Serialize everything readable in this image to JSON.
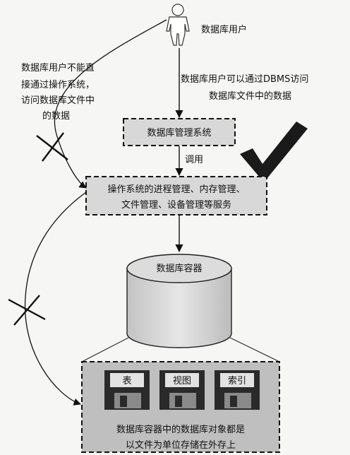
{
  "diagram": {
    "user_label": "数据库用户",
    "left_note": [
      "数据库用户不能直",
      "接通过操作系统，",
      "访问数据库文件中",
      "的数据"
    ],
    "right_note": [
      "数据库用户可以通过DBMS访问",
      "数据库文件中的数据"
    ],
    "dbms_box": "数据库管理系统",
    "call_label": "调用",
    "os_box": [
      "操作系统的进程管理、内存管理、",
      "文件管理、设备管理等服务"
    ],
    "container_label": "数据库容器",
    "objects": [
      "表",
      "视图",
      "索引"
    ],
    "bottom_caption": [
      "数据库容器中的数据库对象都是",
      "以文件为单位存储在外存上"
    ]
  },
  "colors": {
    "box_fill": "#d8d8d8",
    "cylinder_fill": "#d2d2d2",
    "check": "#1a1a1a",
    "panel_fill": "#bfbfbf"
  }
}
